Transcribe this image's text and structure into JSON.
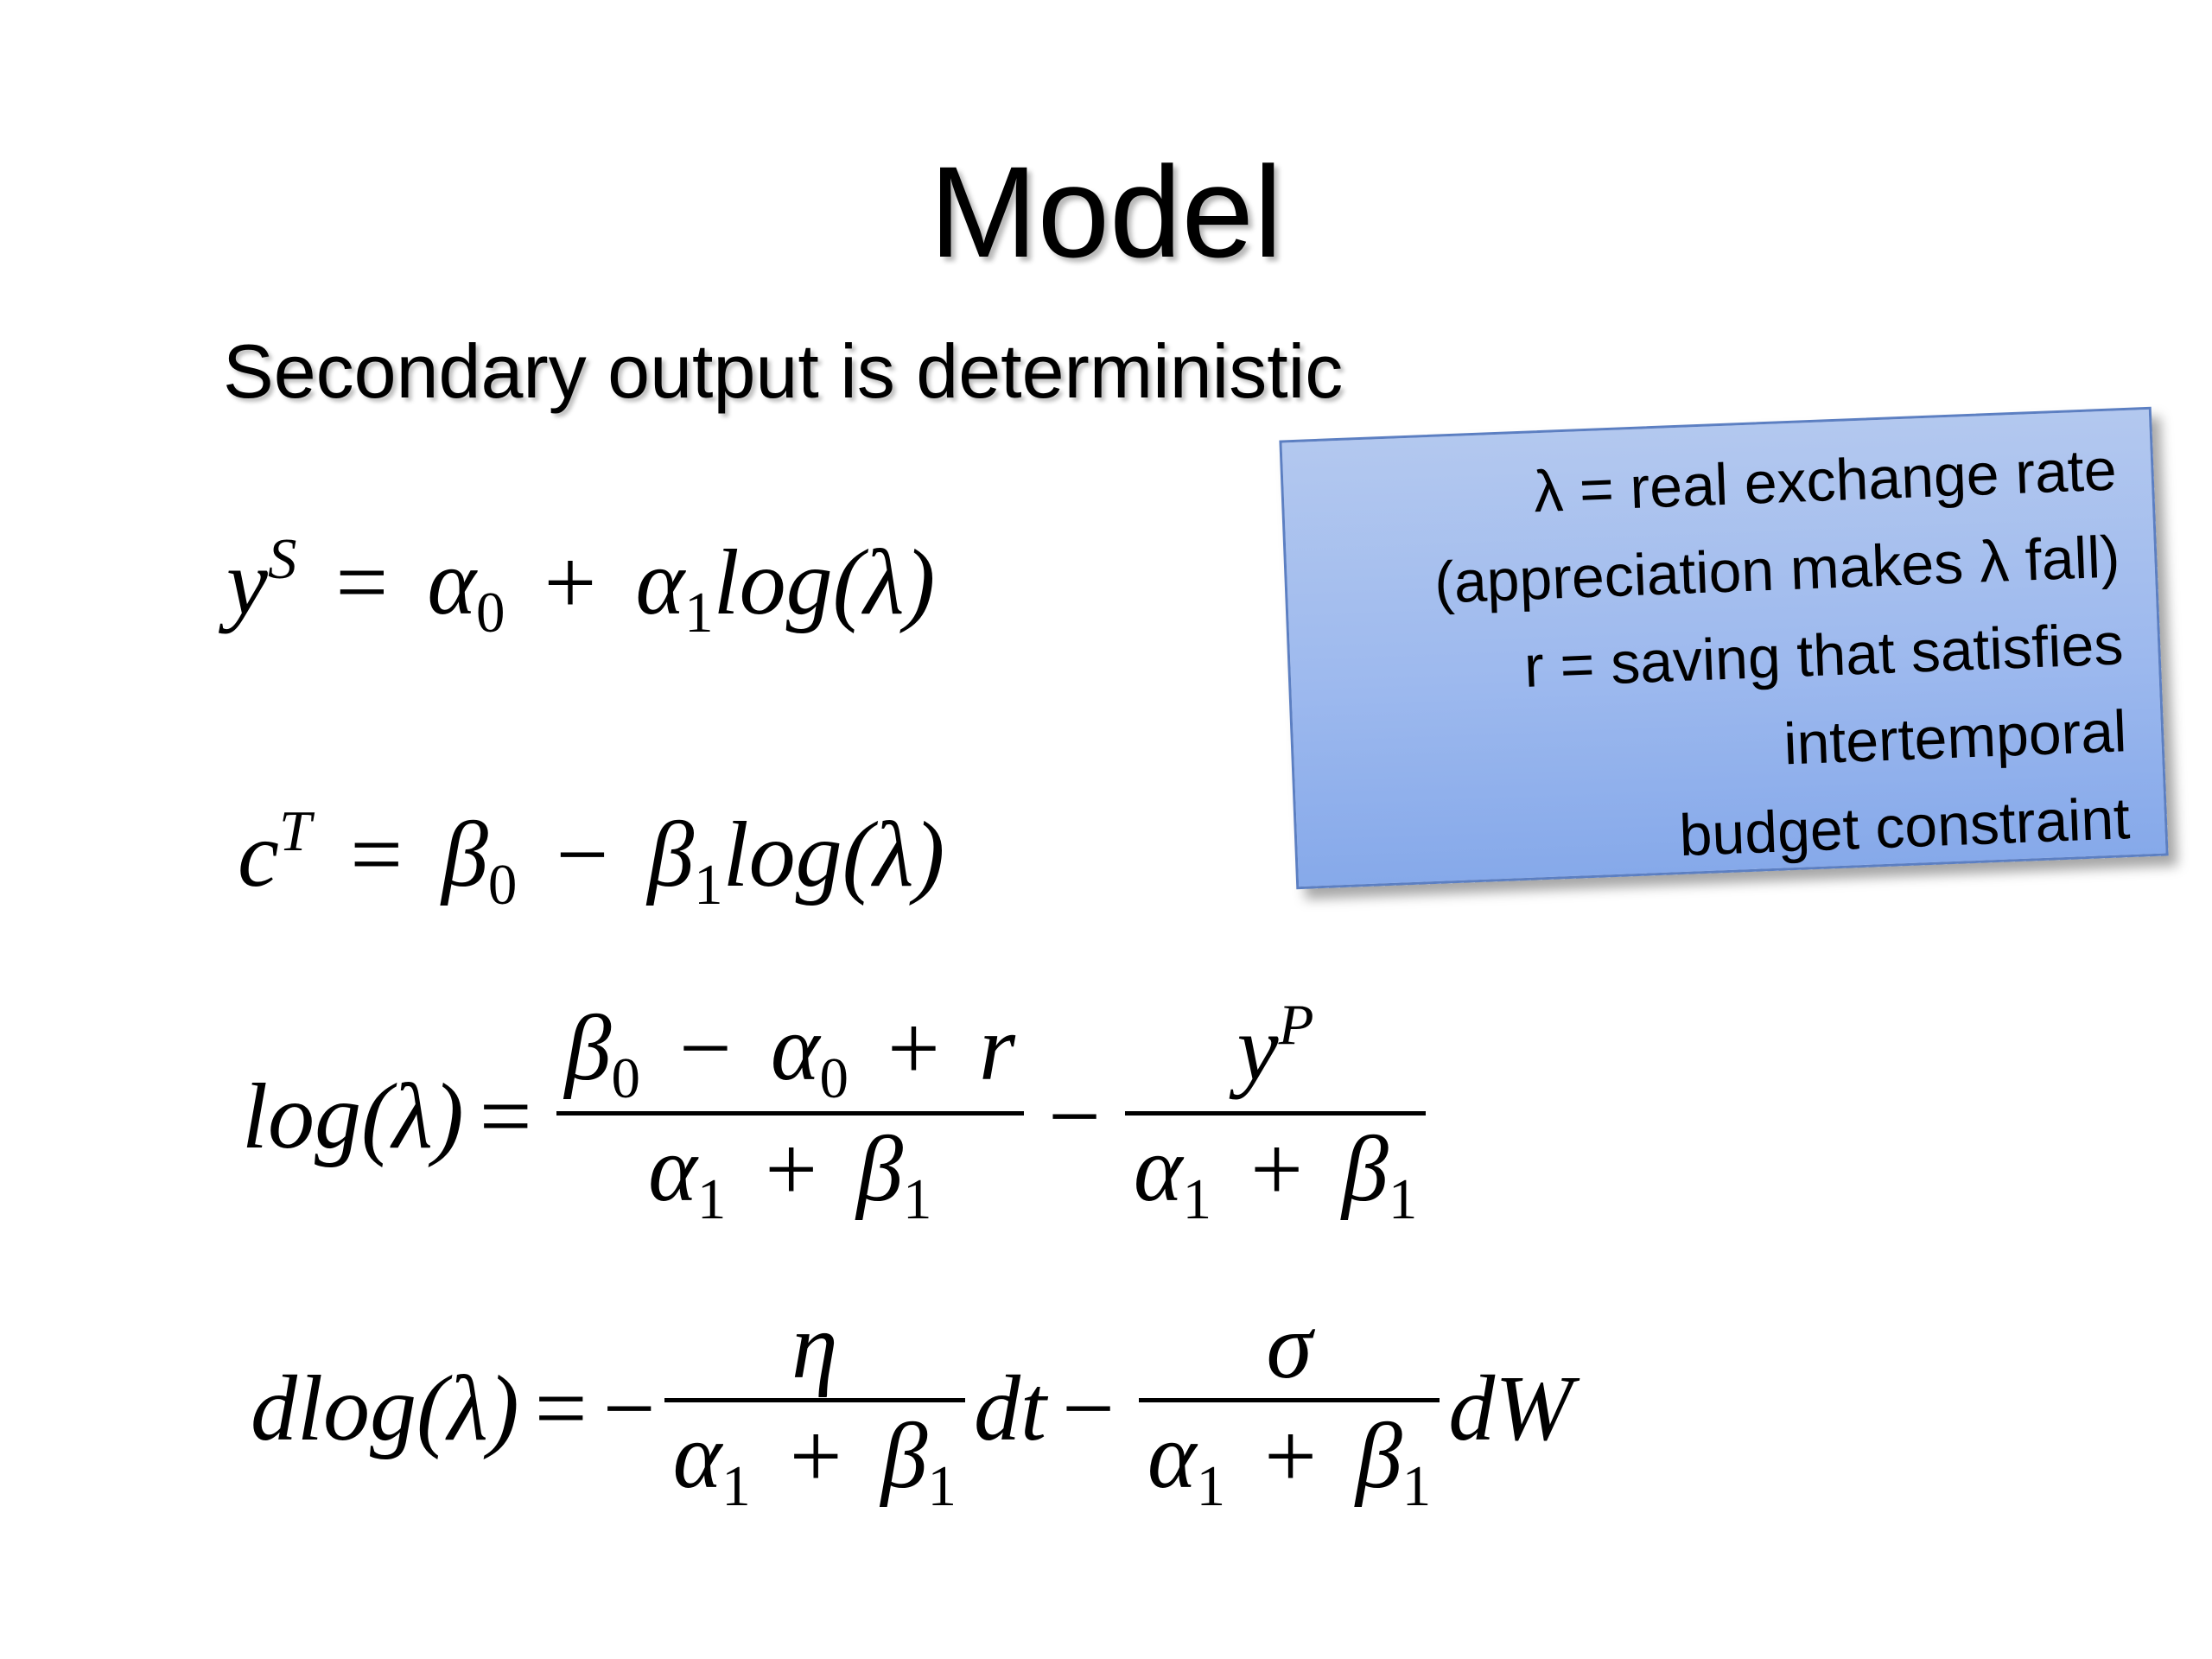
{
  "slide": {
    "title": "Model",
    "subtitle": "Secondary output is deterministic"
  },
  "callout": {
    "lines": [
      "λ = real exchange rate",
      "(appreciation makes λ  fall)",
      "r = saving that satisfies ",
      "intertemporal ",
      "budget constraint"
    ],
    "colors": {
      "fill_top": "#b3c8ef",
      "fill_bottom": "#86a9ea",
      "border": "#5c7fc2"
    }
  },
  "equations": {
    "eq1": {
      "lhs": "y",
      "lhs_sup": "S",
      "eq": "=",
      "a0": "α",
      "a0_sub": "0",
      "plus": "+",
      "a1": "α",
      "a1_sub": "1",
      "log": "log(λ)"
    },
    "eq2": {
      "lhs": "c",
      "lhs_sup": "T",
      "eq": "=",
      "b0": "β",
      "b0_sub": "0",
      "minus": "−",
      "b1": "β",
      "b1_sub": "1",
      "log": "log(λ)"
    },
    "eq3": {
      "lhs": "log(λ)",
      "eq": "=",
      "frac1_num": {
        "b": "β",
        "b_sub": "0",
        "minus": "−",
        "a": "α",
        "a_sub": "0",
        "plus": "+",
        "r": "r"
      },
      "frac1_den": {
        "a": "α",
        "a_sub": "1",
        "plus": "+",
        "b": "β",
        "b_sub": "1"
      },
      "minus": "−",
      "frac2_num": {
        "y": "y",
        "y_sup": "P"
      },
      "frac2_den": {
        "a": "α",
        "a_sub": "1",
        "plus": "+",
        "b": "β",
        "b_sub": "1"
      }
    },
    "eq4": {
      "lhs": "dlog(λ)",
      "eq": "=",
      "neg": "−",
      "frac1_num": "η",
      "frac1_den": {
        "a": "α",
        "a_sub": "1",
        "plus": "+",
        "b": "β",
        "b_sub": "1"
      },
      "dt": "dt",
      "minus": "−",
      "frac2_num": "σ",
      "frac2_den": {
        "a": "α",
        "a_sub": "1",
        "plus": "+",
        "b": "β",
        "b_sub": "1"
      },
      "dW": "dW"
    }
  }
}
